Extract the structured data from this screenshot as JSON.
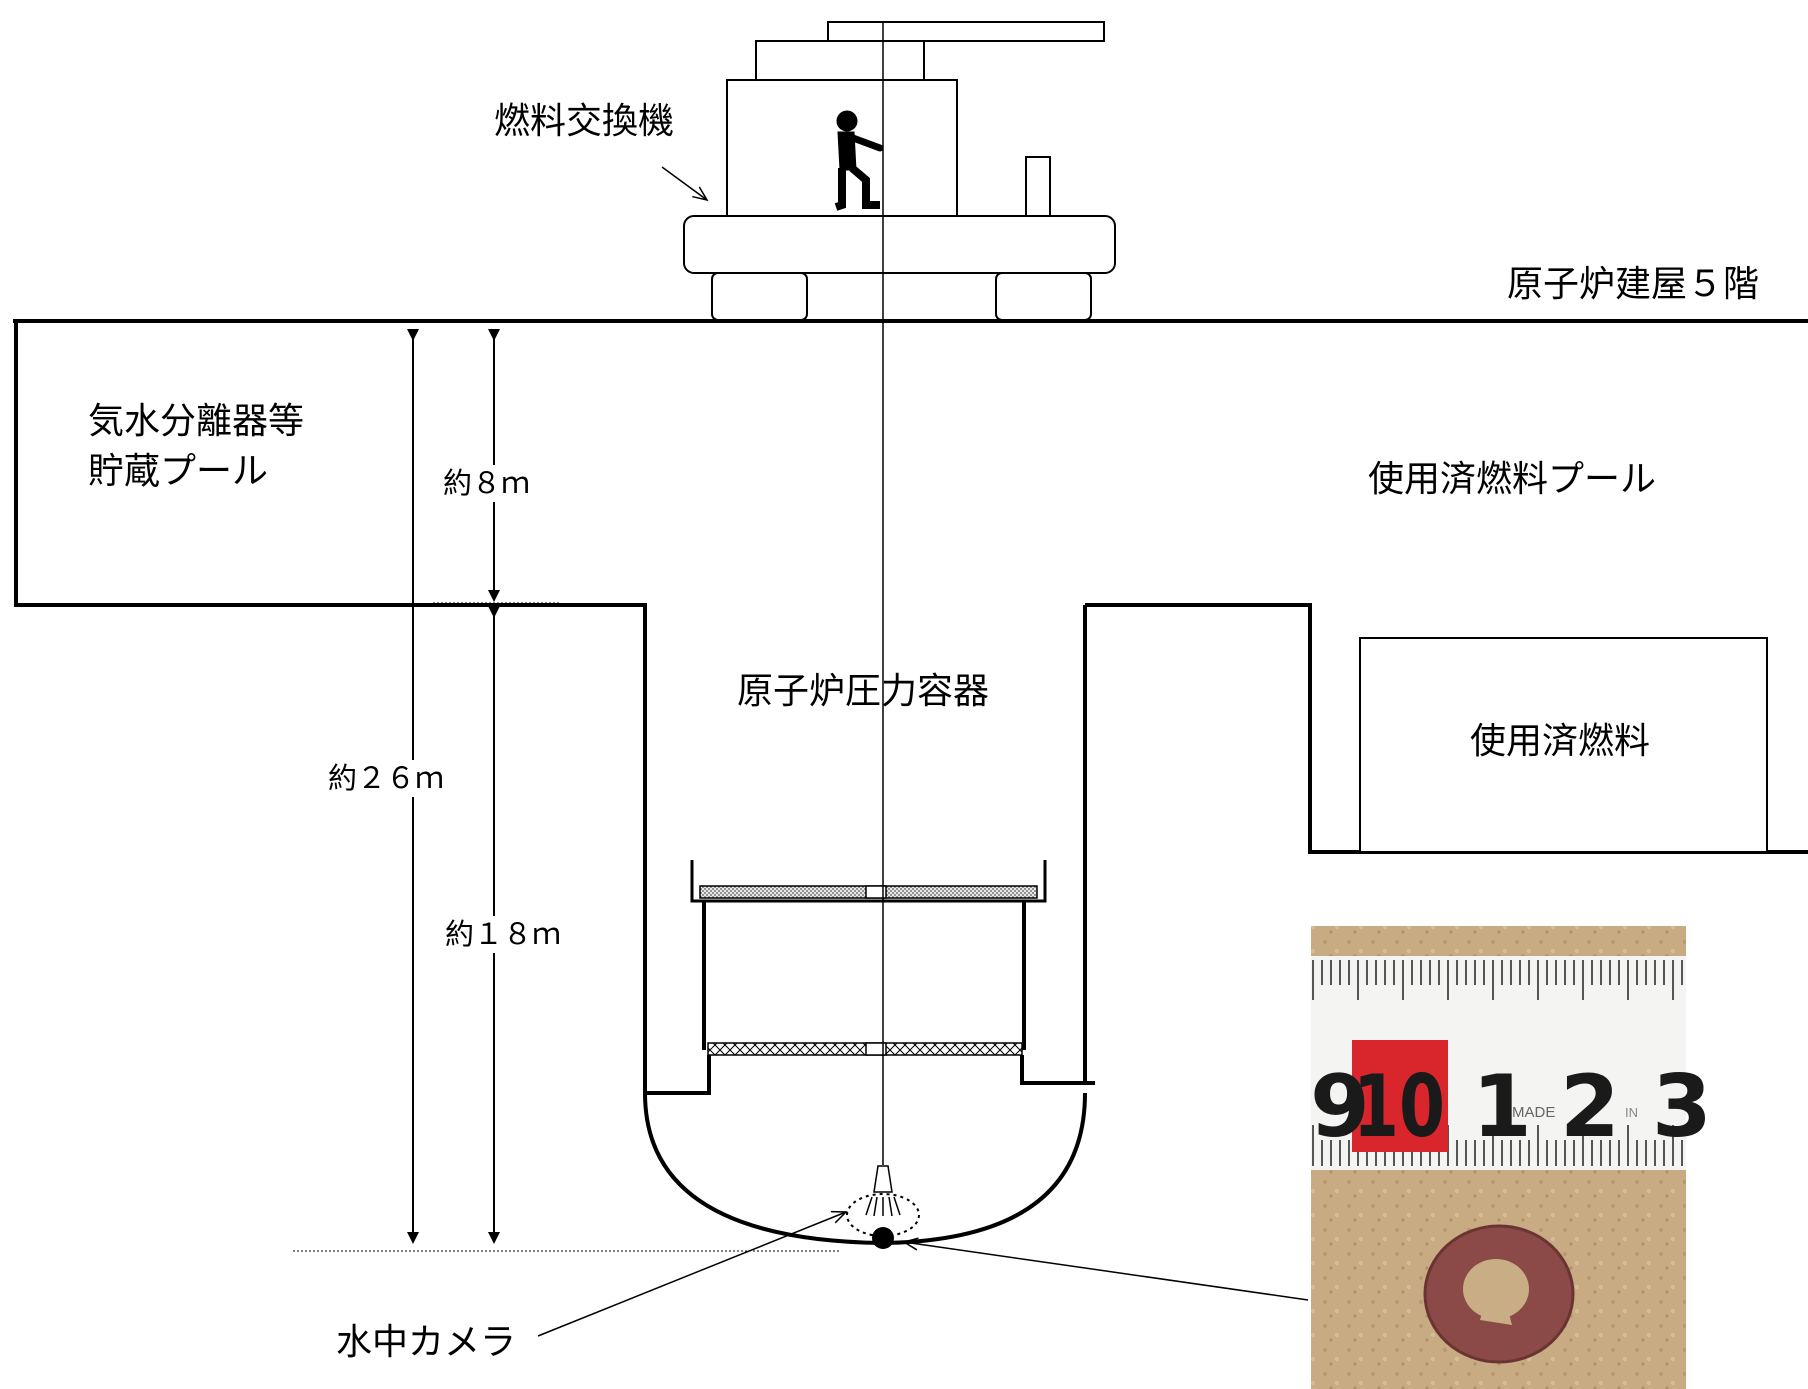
{
  "labels": {
    "refueling_machine": "燃料交換機",
    "reactor_building_floor": "原子炉建屋５階",
    "separator_pool": [
      "気水分離器等",
      "貯蔵プール"
    ],
    "spent_fuel_pool": "使用済燃料プール",
    "pressure_vessel": "原子炉圧力容器",
    "spent_fuel": "使用済燃料",
    "underwater_camera": "水中カメラ",
    "dim_8m": "約８ｍ",
    "dim_26m": "約２６ｍ",
    "dim_18m": "約１８ｍ"
  },
  "photo": {
    "ruler_numbers": [
      "9",
      "10",
      "1",
      "2",
      "3"
    ],
    "ruler_made": "MADE",
    "ruler_in": "IN"
  },
  "colors": {
    "line": "#000000",
    "ruler_red": "#d8262c",
    "ruler_bg": "#f4f4f2",
    "carpet": "#c9ad84",
    "washer": "#8b4a48"
  }
}
